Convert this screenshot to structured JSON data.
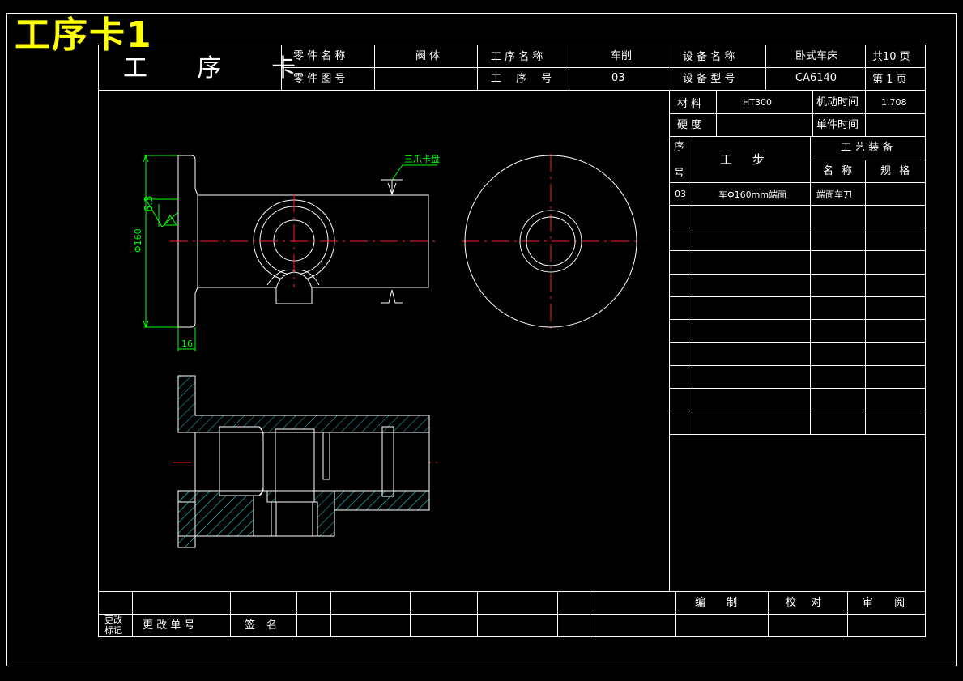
{
  "overlay_title": "工序卡1",
  "header": {
    "card_title": "工 序 卡",
    "part_name_label": "零 件 名 称",
    "part_name_value": "阀 体",
    "part_no_label": "零 件 图 号",
    "part_no_value": "",
    "process_name_label": "工 序 名 称",
    "process_name_value": "车削",
    "process_no_label": "工 序 号",
    "process_no_value": "03",
    "equip_name_label": "设 备 名 称",
    "equip_name_value": "卧式车床",
    "equip_model_label": "设 备 型 号",
    "equip_model_value": "CA6140",
    "total_pages": "共10 页",
    "page_no": "第 1 页"
  },
  "info": {
    "material_label": "材 料",
    "material_value": "HT300",
    "machine_time_label": "机动时间",
    "machine_time_value": "1.708",
    "hardness_label": "硬 度",
    "hardness_value": "",
    "unit_time_label": "单件时间",
    "unit_time_value": ""
  },
  "steps_table": {
    "seq_label_top": "序",
    "seq_label_bottom": "号",
    "step_label": "工 步",
    "equipment_label": "工 艺 装 备",
    "name_label": "名 称",
    "spec_label": "规 格",
    "rows": [
      {
        "seq": "03",
        "step": "车Φ160mm端面",
        "name": "端面车刀",
        "spec": ""
      }
    ]
  },
  "drawing": {
    "fixture_note": "三爪卡盘",
    "roughness": "6.3",
    "diameter_dim": "Φ160",
    "width_dim": "16"
  },
  "footer": {
    "change_mark": "更改\n标记",
    "change_no": "更 改 单 号",
    "signature": "签 名",
    "compile": "编 制",
    "check": "校 对",
    "review": "审 阅"
  }
}
